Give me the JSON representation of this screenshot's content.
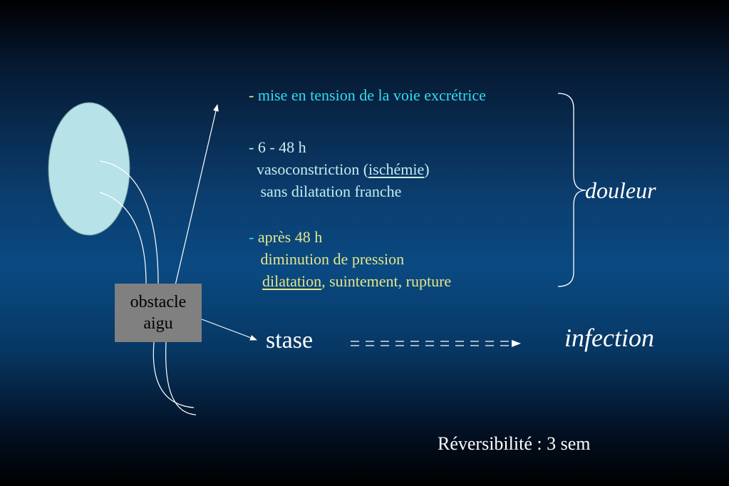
{
  "obstacle": {
    "line1": "obstacle",
    "line2": "aigu"
  },
  "group1": {
    "dash": "- ",
    "text": "mise en tension de la voie excrétrice"
  },
  "group2": {
    "line1": "- 6 - 48 h",
    "line2_pre": "  vasoconstriction (",
    "line2_link": "ischémie",
    "line2_post": ")",
    "line3": "   sans dilatation franche"
  },
  "group3": {
    "dash": "- ",
    "line1": "après 48 h",
    "line2": "   diminution de pression",
    "line3_link": "dilatation",
    "line3_post": ", suintement, rupture"
  },
  "douleur": "douleur",
  "stase": "stase",
  "infection": "infection",
  "reversibilite": "Réversibilité : 3 sem",
  "colors": {
    "kidney_fill": "#b6e2e8",
    "box_fill": "#808080",
    "cyan": "#33ddee",
    "yellow": "#e4e68a"
  }
}
